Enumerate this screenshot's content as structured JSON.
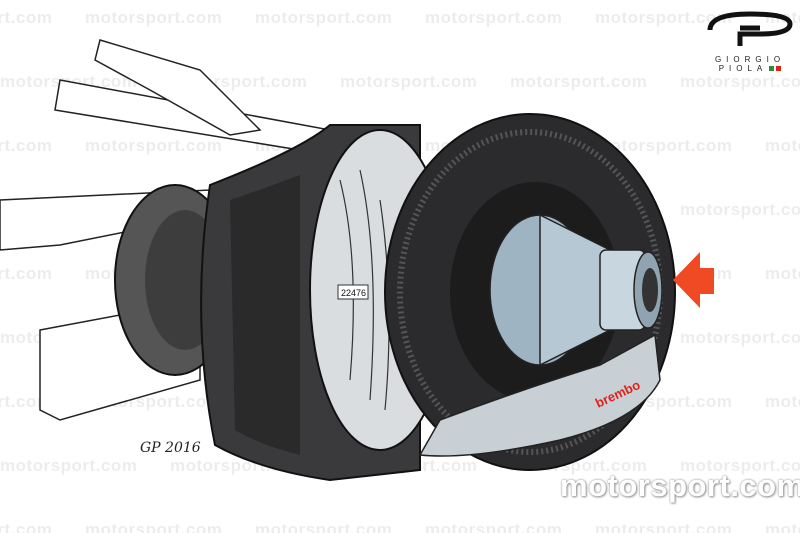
{
  "watermark": "motorsport.com",
  "logo": {
    "line1": "GIORGIO",
    "line2": "PIOLA",
    "flag_colors": [
      "#2e8b3a",
      "#e32119"
    ]
  },
  "labels": {
    "caliper_number": "22476",
    "brand": "brembo"
  },
  "signature": "GP 2016",
  "colors": {
    "arrow": "#f04a24",
    "duct": "#3a3a3c",
    "disc": "#2b2b2d",
    "hub": "#9fb4c3"
  }
}
